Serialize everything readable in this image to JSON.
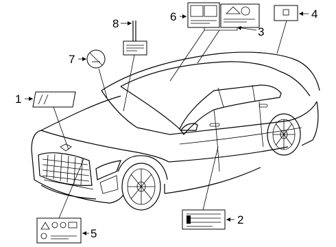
{
  "diagram": {
    "callouts": [
      "1",
      "2",
      "3",
      "4",
      "5",
      "6",
      "7",
      "8"
    ]
  }
}
